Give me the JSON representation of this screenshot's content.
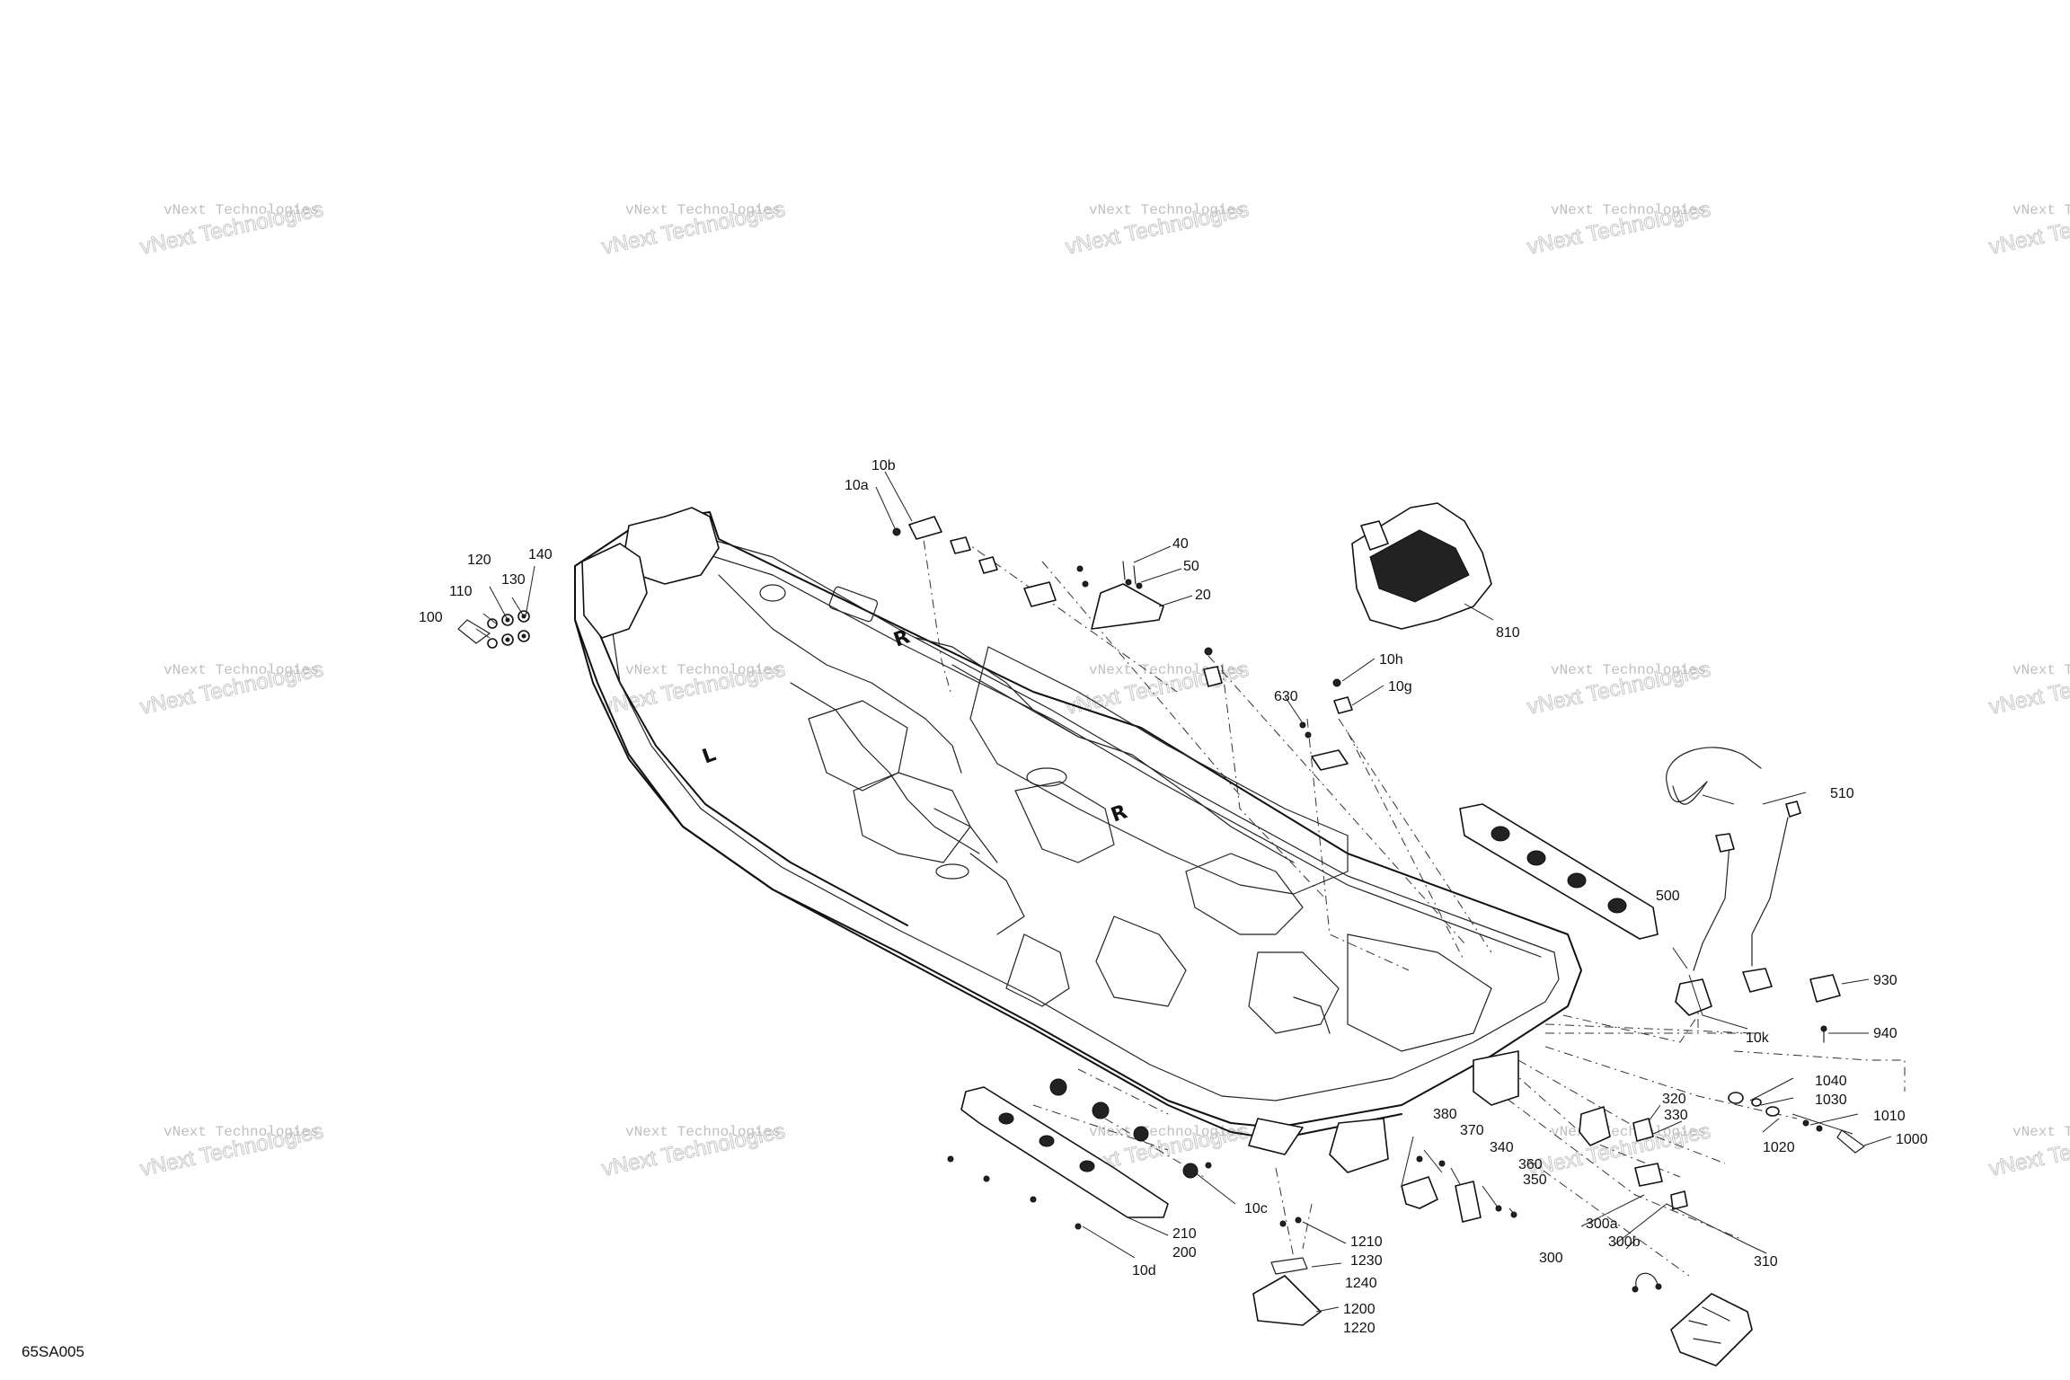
{
  "drawing_ref": "65SA005",
  "watermark": {
    "line1": "vNext Technologies",
    "line2": "vNext Technologies"
  },
  "hull_letters": {
    "rear_right": "R",
    "front_left": "L",
    "front_right": "R"
  },
  "callouts": {
    "c10a": "10a",
    "c10b": "10b",
    "c10c": "10c",
    "c10d": "10d",
    "c10g": "10g",
    "c10h": "10h",
    "c10k": "10k",
    "c20": "20",
    "c40": "40",
    "c50": "50",
    "c100": "100",
    "c110": "110",
    "c120": "120",
    "c130": "130",
    "c140": "140",
    "c200": "200",
    "c210": "210",
    "c300": "300",
    "c300a": "300a",
    "c300b": "300b",
    "c310": "310",
    "c320": "320",
    "c330": "330",
    "c340": "340",
    "c350": "350",
    "c360": "360",
    "c370": "370",
    "c380": "380",
    "c500": "500",
    "c510": "510",
    "c630": "630",
    "c810": "810",
    "c930": "930",
    "c940": "940",
    "c1000": "1000",
    "c1010": "1010",
    "c1020": "1020",
    "c1030": "1030",
    "c1040": "1040",
    "c1200": "1200",
    "c1210": "1210",
    "c1220": "1220",
    "c1230": "1230",
    "c1240": "1240"
  }
}
